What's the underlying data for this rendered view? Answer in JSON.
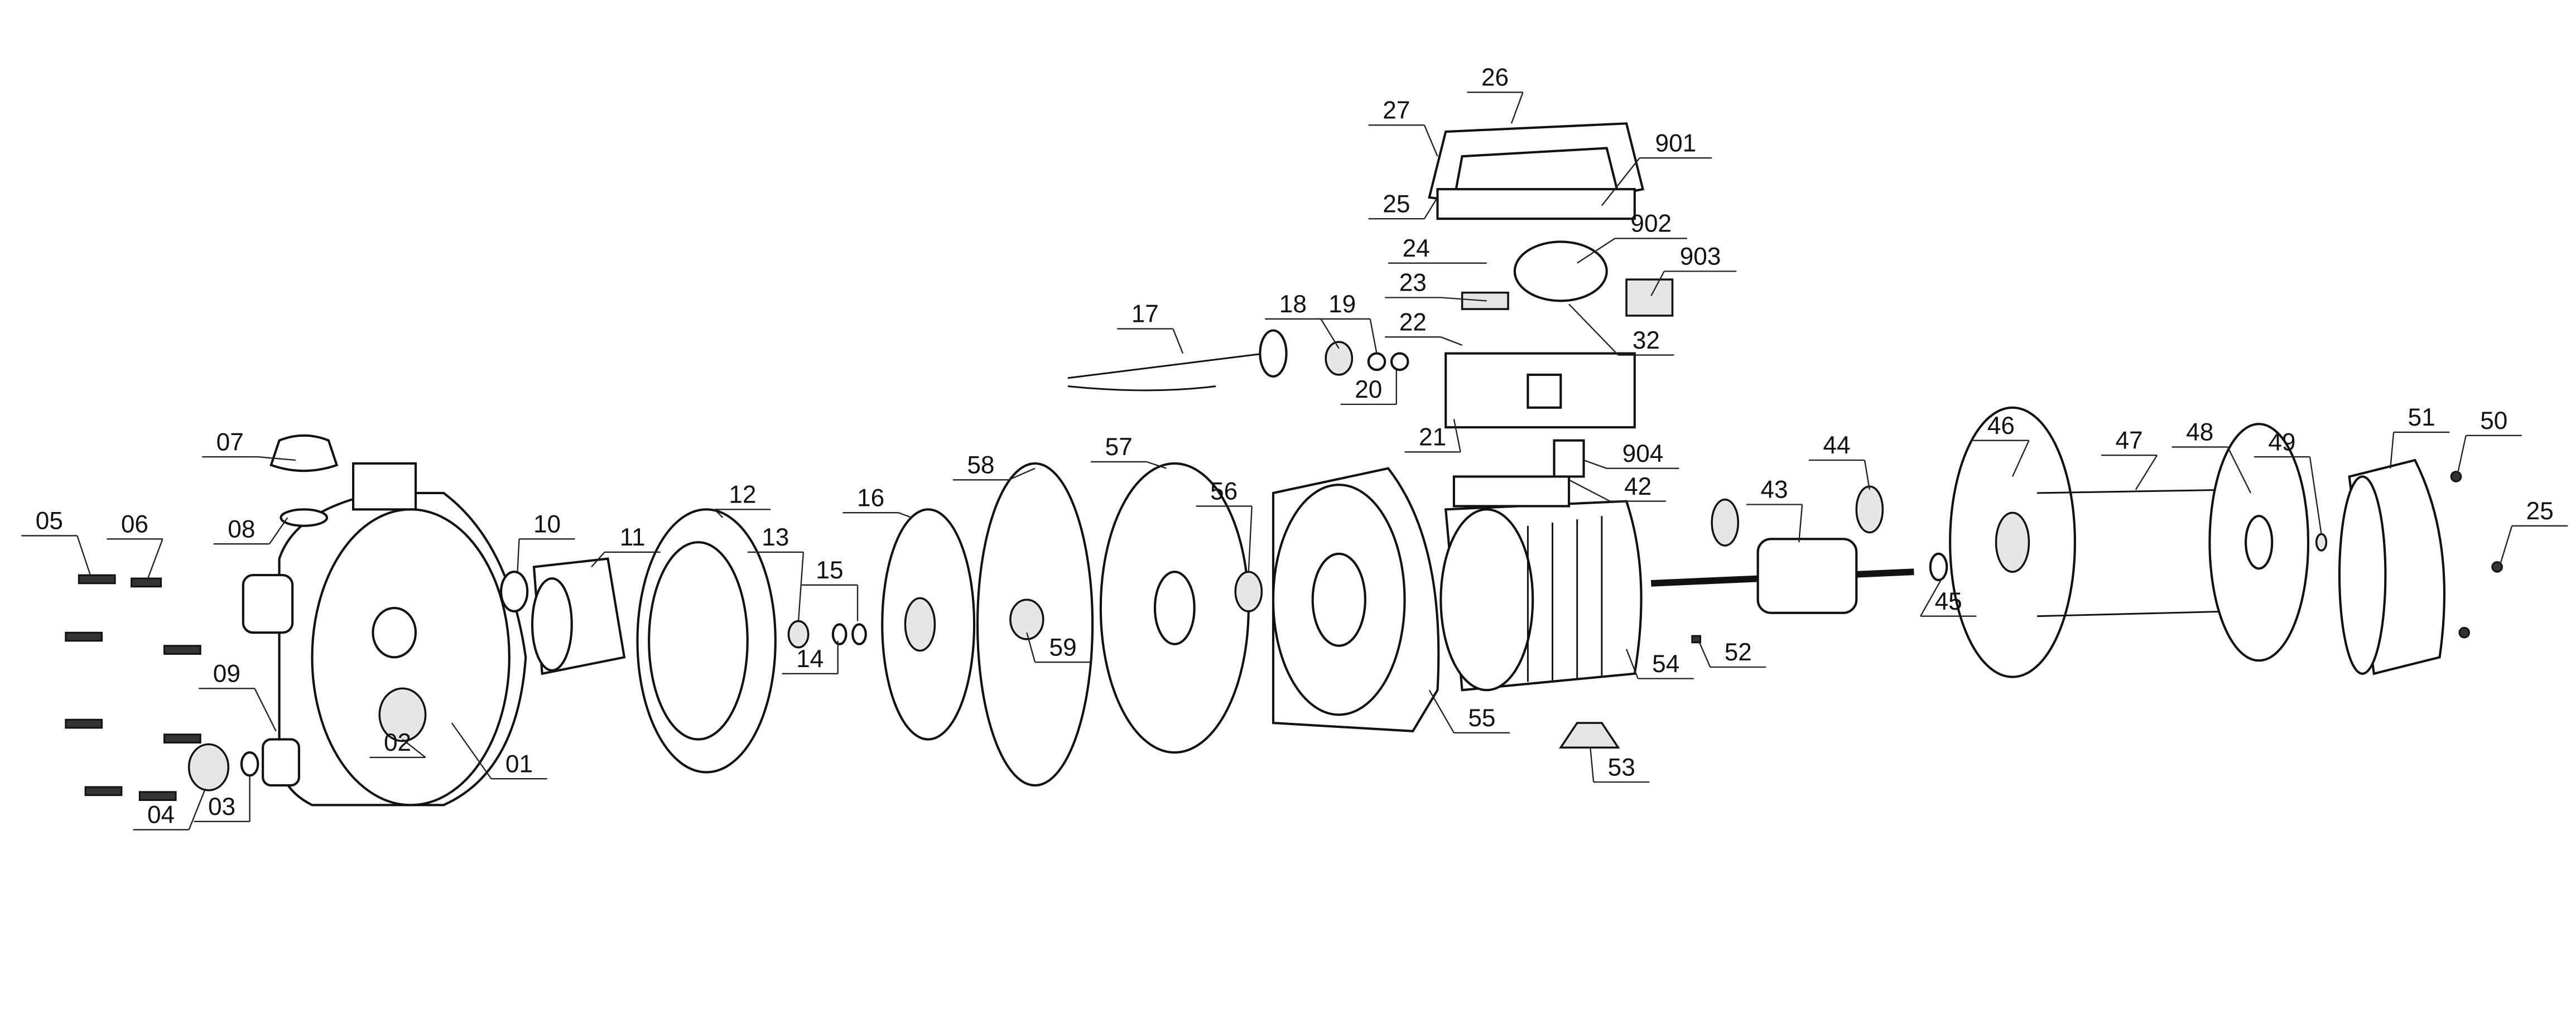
{
  "title": "Exploded parts diagram - pump",
  "parts": [
    {
      "no": "26"
    },
    {
      "no": "27"
    },
    {
      "no": "901"
    },
    {
      "no": "25"
    },
    {
      "no": "902"
    },
    {
      "no": "24"
    },
    {
      "no": "903"
    },
    {
      "no": "23"
    },
    {
      "no": "18"
    },
    {
      "no": "19"
    },
    {
      "no": "17"
    },
    {
      "no": "22"
    },
    {
      "no": "32"
    },
    {
      "no": "20"
    },
    {
      "no": "21"
    },
    {
      "no": "904"
    },
    {
      "no": "42"
    },
    {
      "no": "07"
    },
    {
      "no": "46"
    },
    {
      "no": "47"
    },
    {
      "no": "48"
    },
    {
      "no": "49"
    },
    {
      "no": "51"
    },
    {
      "no": "50"
    },
    {
      "no": "44"
    },
    {
      "no": "43"
    },
    {
      "no": "58"
    },
    {
      "no": "57"
    },
    {
      "no": "16"
    },
    {
      "no": "12"
    },
    {
      "no": "56"
    },
    {
      "no": "10"
    },
    {
      "no": "11"
    },
    {
      "no": "13"
    },
    {
      "no": "15"
    },
    {
      "no": "05"
    },
    {
      "no": "06"
    },
    {
      "no": "08"
    },
    {
      "no": "25"
    },
    {
      "no": "14"
    },
    {
      "no": "59"
    },
    {
      "no": "45"
    },
    {
      "no": "52"
    },
    {
      "no": "54"
    },
    {
      "no": "09"
    },
    {
      "no": "55"
    },
    {
      "no": "02"
    },
    {
      "no": "01"
    },
    {
      "no": "53"
    },
    {
      "no": "04"
    },
    {
      "no": "03"
    }
  ]
}
